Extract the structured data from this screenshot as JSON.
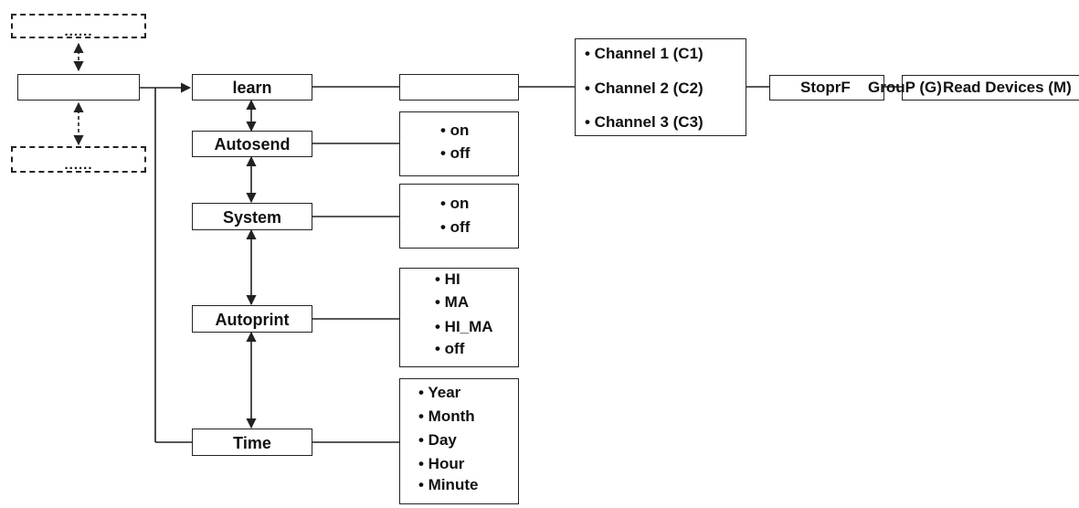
{
  "menu": {
    "learn": "learn",
    "autosend": "Autosend",
    "system": "System",
    "autoprint": "Autoprint",
    "time": "Time"
  },
  "prev_placeholder": "......",
  "next_placeholder": "......",
  "learn_channels": [
    "• Channel 1 (C1)",
    "• Channel 2 (C2)",
    "• Channel 3 (C3)"
  ],
  "learn_chain": [
    "StoprF",
    "GrouP (G)",
    "Read Devices (M)"
  ],
  "autosend_options": [
    "• on",
    "• off"
  ],
  "system_options": [
    "• on",
    "• off"
  ],
  "autoprint_options": [
    "• HI",
    "• MA",
    "• HI_MA",
    "• off"
  ],
  "time_options": [
    "• Year",
    "• Month",
    "• Day",
    "• Hour",
    "• Minute"
  ]
}
